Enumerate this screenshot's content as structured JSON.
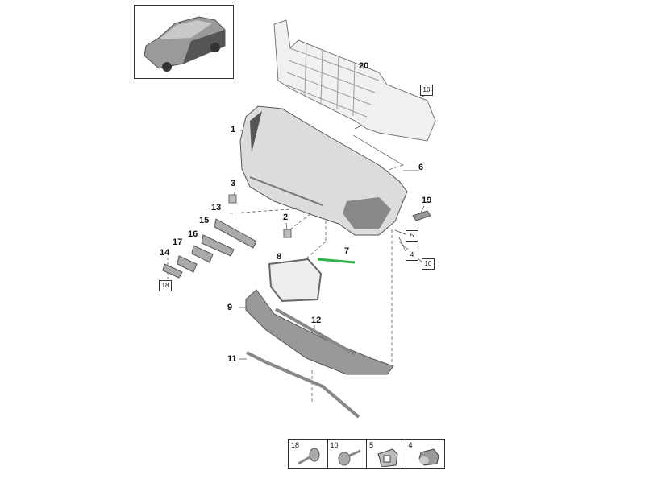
{
  "diagram": {
    "overview_image": "car-thumbnail",
    "callouts": {
      "c1": "1",
      "c2": "2",
      "c3": "3",
      "c6": "6",
      "c7": "7",
      "c8": "8",
      "c9": "9",
      "c11": "11",
      "c12": "12",
      "c13": "13",
      "c14": "14",
      "c15": "15",
      "c16": "16",
      "c17": "17",
      "c19": "19",
      "c20": "20"
    },
    "boxed_refs": {
      "b10a": "10",
      "b5": "5",
      "b4": "4",
      "b10b": "10",
      "b18": "18"
    },
    "highlight_color": "#2db34a"
  },
  "legend": {
    "items": [
      {
        "label": "18",
        "icon": "push-rivet-icon"
      },
      {
        "label": "10",
        "icon": "screw-icon"
      },
      {
        "label": "5",
        "icon": "clip-nut-icon"
      },
      {
        "label": "4",
        "icon": "expanding-nut-icon"
      }
    ]
  }
}
